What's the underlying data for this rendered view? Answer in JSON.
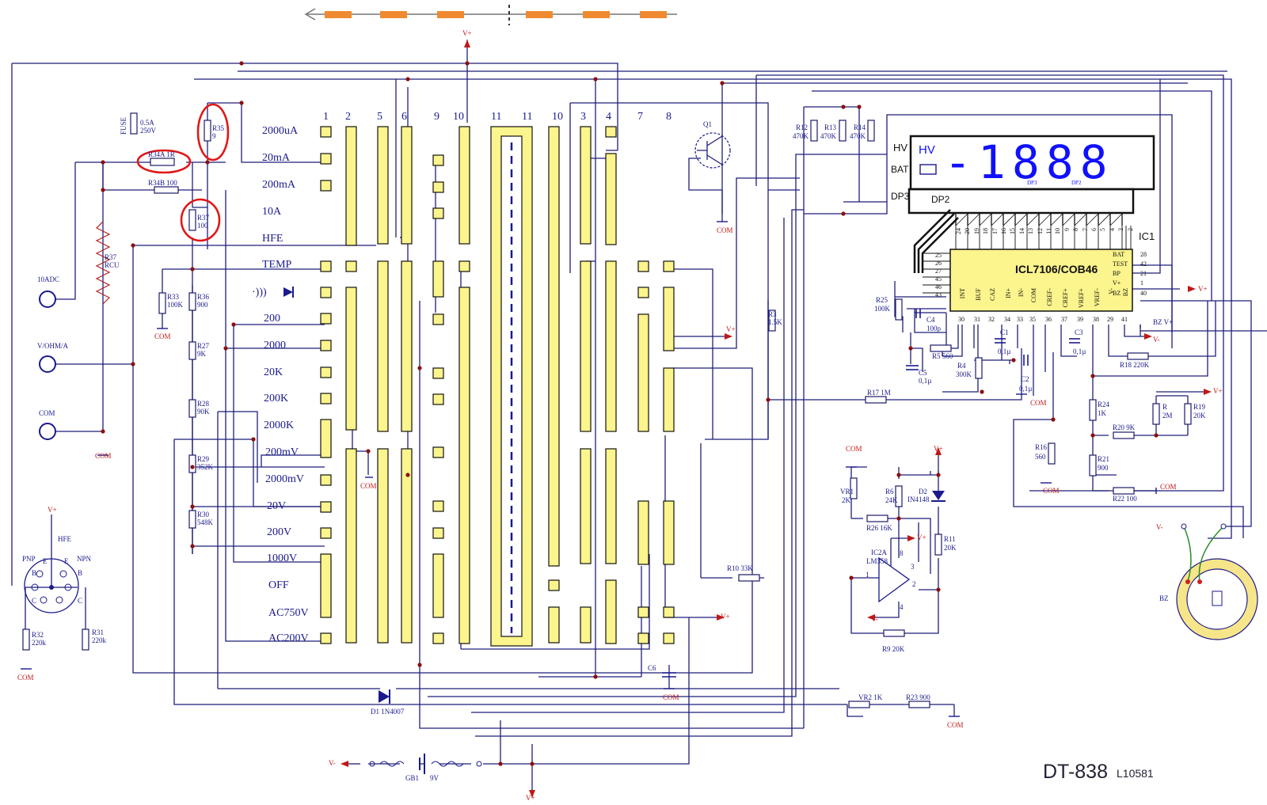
{
  "diagram": {
    "model": "DT-838",
    "model_code": "L10581",
    "ic": {
      "name": "IC1",
      "label": "ICL7106/COB46"
    },
    "display": {
      "hv": "HV",
      "bat": "BAT",
      "digits": "-1888",
      "dp3": "DP3",
      "dp2": "DP2"
    },
    "range_labels": [
      "2000uA",
      "20mA",
      "200mA",
      "10A",
      "HFE",
      "TEMP",
      "200",
      "2000",
      "20K",
      "200K",
      "2000K",
      "200mV",
      "2000mV",
      "20V",
      "200V",
      "1000V",
      "OFF",
      "AC750V",
      "AC200V"
    ],
    "column_numbers": [
      "1",
      "2",
      "5",
      "6",
      "9",
      "10",
      "11",
      "11",
      "10",
      "3",
      "4",
      "7",
      "8"
    ],
    "inputs": [
      "10ADC",
      "V/OHM/A",
      "COM"
    ],
    "ic_pins_top": [
      "24",
      "20",
      "19",
      "18",
      "17",
      "16",
      "15",
      "14",
      "13",
      "12",
      "11",
      "10",
      "9",
      "8",
      "7",
      "6",
      "5",
      "4",
      "3",
      "2"
    ],
    "ic_pins_left": [
      "25",
      "26",
      "27",
      "45",
      "46",
      "43"
    ],
    "ic_pins_right": [
      {
        "num": "28",
        "name": "BAT"
      },
      {
        "num": "42",
        "name": "TEST"
      },
      {
        "num": "21",
        "name": "BP"
      },
      {
        "num": "1",
        "name": "V+"
      },
      {
        "num": "40",
        "name": "BZ"
      }
    ],
    "ic_pins_bottom": [
      {
        "num": "30",
        "name": "INT"
      },
      {
        "num": "31",
        "name": "BUF"
      },
      {
        "num": "32",
        "name": "CAZ"
      },
      {
        "num": "34",
        "name": "IN+"
      },
      {
        "num": "33",
        "name": "IN-"
      },
      {
        "num": "35",
        "name": "COM"
      },
      {
        "num": "36",
        "name": "CREF-"
      },
      {
        "num": "37",
        "name": "CREF+"
      },
      {
        "num": "39",
        "name": "VREF+"
      },
      {
        "num": "38",
        "name": "VREF-"
      },
      {
        "num": "29",
        "name": "V-"
      },
      {
        "num": "41",
        "name": "BZ"
      }
    ],
    "components": {
      "fuse": [
        "FUSE",
        "0.5A",
        "250V"
      ],
      "r34a": "R34A 1R",
      "r34b": "R34B 100",
      "r35": [
        "R35",
        "9"
      ],
      "r37a": [
        "R37",
        "100"
      ],
      "r37b": [
        "R37",
        "RCU"
      ],
      "r33": [
        "R33",
        "100K"
      ],
      "r36": [
        "R36",
        "900"
      ],
      "r27": [
        "R27",
        "9K"
      ],
      "r28": [
        "R28",
        "90K"
      ],
      "r29": [
        "R29",
        "352K"
      ],
      "r30": [
        "R30",
        "548K"
      ],
      "r32": [
        "R32",
        "220k"
      ],
      "r31": [
        "R31",
        "220k"
      ],
      "r12": [
        "R12",
        "470K"
      ],
      "r13": [
        "R13",
        "470K"
      ],
      "r14": [
        "R14",
        "470K"
      ],
      "r25": [
        "R25",
        "100K"
      ],
      "c4": [
        "C4",
        "100p"
      ],
      "r5": "R5 560",
      "c5": [
        "C5",
        "0,1µ"
      ],
      "r4": [
        "R4",
        "300K"
      ],
      "c1": [
        "C1",
        "0,1µ"
      ],
      "c2": [
        "C2",
        "0,1µ"
      ],
      "c3": [
        "C3",
        "0,1µ"
      ],
      "r3": [
        "R3",
        "1.5K"
      ],
      "r17": "R17 1M",
      "r18": "R18 220K",
      "r24": [
        "R24",
        "1K"
      ],
      "r20": "R20 9K",
      "r21": [
        "R21",
        "900"
      ],
      "r22": "R22 100",
      "r": [
        "R",
        "2M"
      ],
      "r19": [
        "R19",
        "20K"
      ],
      "r16": [
        "R16",
        "560"
      ],
      "vr1": [
        "VR1",
        "2K"
      ],
      "r6": [
        "R6",
        "24K"
      ],
      "d2": [
        "D2",
        "IN4148"
      ],
      "r26": "R26 16K",
      "r11": [
        "R11",
        "20K"
      ],
      "ic2a": [
        "IC2A",
        "LM358"
      ],
      "r10": "R10 33K",
      "r9": "R9 20K",
      "q1": "Q1",
      "c6": "C6",
      "d1": "D1 1N4007",
      "vr2": "VR2 1K",
      "r23": "R23 900",
      "gb1": "GB1",
      "batt_v": "9V",
      "bz": "BZ",
      "bzv": "BZ V+"
    },
    "hfe": {
      "title": "HFE",
      "pnp": "PNP",
      "npn": "NPN",
      "pins": [
        "E",
        "B",
        "C",
        "E",
        "B",
        "C"
      ]
    },
    "rails": {
      "vplus": "V+",
      "vminus": "V-",
      "com": "COM"
    },
    "opamp_pins": [
      "8",
      "3",
      "1",
      "2",
      "4"
    ],
    "continuity": "·)))",
    "colors": {
      "wire": "#1f1f7a",
      "pad": "#fcf48c",
      "highlight": "#e01818",
      "arrow": "#f08a30"
    }
  }
}
